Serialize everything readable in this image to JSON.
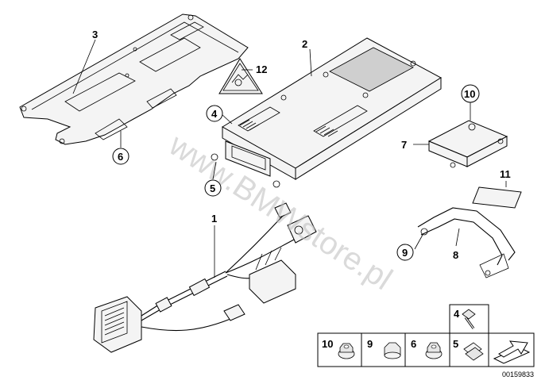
{
  "callouts": {
    "c1": "1",
    "c2": "2",
    "c3": "3",
    "c4": "4",
    "c5": "5",
    "c6": "6",
    "c7": "7",
    "c8": "8",
    "c9": "9",
    "c10": "10",
    "c11": "11",
    "c12": "12"
  },
  "parts_box": {
    "fasteners": [
      "10",
      "9",
      "6",
      "5"
    ],
    "bolt": "4"
  },
  "watermark": "www.BMWstore.pl",
  "reference_number": "00159833"
}
